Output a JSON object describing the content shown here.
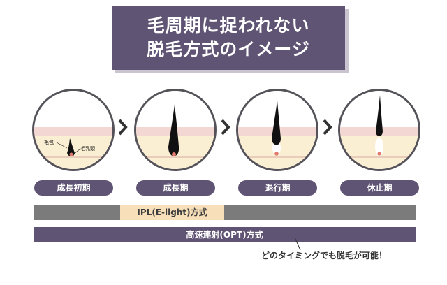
{
  "title": {
    "line1": "毛周期に捉われない",
    "line2": "脱毛方式のイメージ"
  },
  "stages": [
    {
      "label": "成長初期",
      "hair_growth": 0.25
    },
    {
      "label": "成長期",
      "hair_growth": 0.75
    },
    {
      "label": "退行期",
      "hair_growth": 0.8
    },
    {
      "label": "休止期",
      "hair_growth": 0.85
    }
  ],
  "diagram_labels": {
    "follicle": "毛包",
    "papilla": "毛乳頭"
  },
  "bars": {
    "ipl": {
      "label": "IPL(E-light)方式",
      "active_stage": "成長期"
    },
    "opt": {
      "label": "高速連射(OPT)方式"
    }
  },
  "note": "どのタイミングでも脱毛が可能！",
  "colors": {
    "title_bg": "#5f5474",
    "skin_top": "#f3d7d2",
    "dermis": "#fbefd3",
    "hair": "#111111",
    "papilla": "#e07a6f",
    "ipl_bar": "#7b7b7b",
    "ipl_active": "#f7dfb9",
    "opt_bar": "#5f5474"
  }
}
